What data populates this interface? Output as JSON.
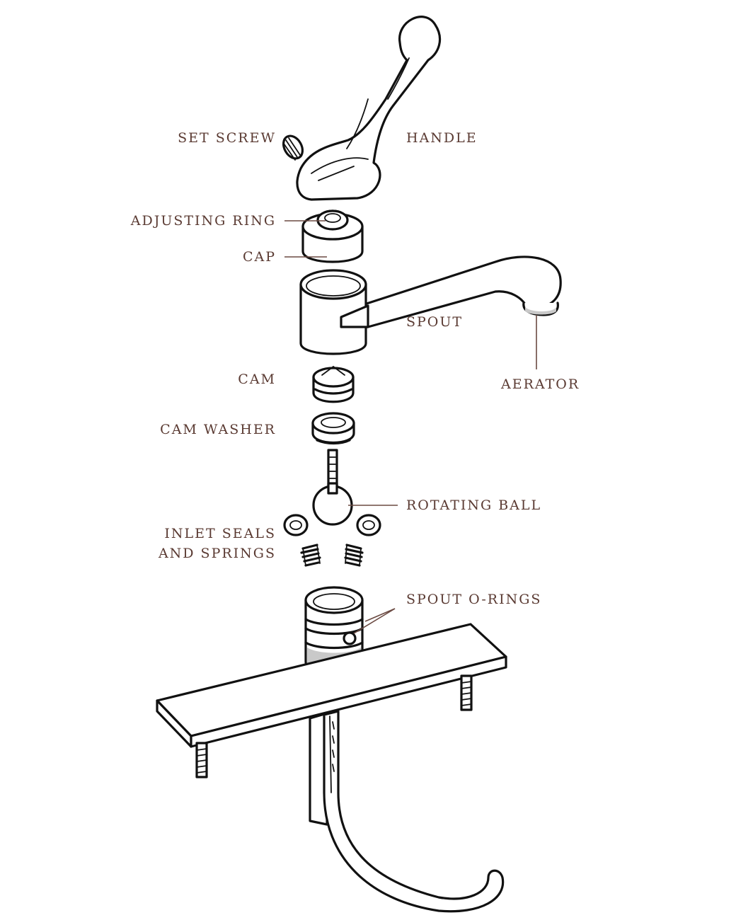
{
  "labels": {
    "set_screw": "SET SCREW",
    "handle": "HANDLE",
    "adjusting_ring": "ADJUSTING RING",
    "cap": "CAP",
    "spout": "SPOUT",
    "aerator": "AERATOR",
    "cam": "CAM",
    "cam_washer": "CAM WASHER",
    "rotating_ball": "ROTATING BALL",
    "inlet_seals_1": "INLET SEALS",
    "inlet_seals_2": "AND SPRINGS",
    "spout_orings": "SPOUT O-RINGS"
  },
  "colors": {
    "label_text": "#5a3a32",
    "leader": "#6b4a42",
    "outline": "#111111",
    "shading": "#c9c9c9"
  }
}
